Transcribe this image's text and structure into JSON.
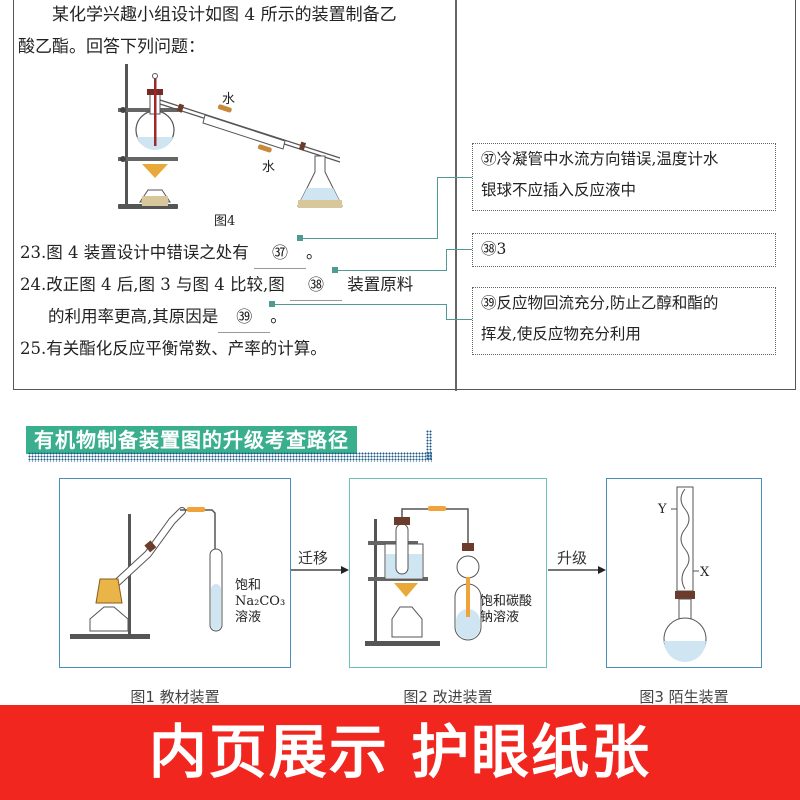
{
  "page": {
    "intro_line1": "某化学兴趣小组设计如图 4 所示的装置制备乙",
    "intro_line2": "酸乙酯。回答下列问题：",
    "figure4": {
      "caption": "图4",
      "water_in": "水",
      "water_out": "水"
    },
    "questions": [
      {
        "num": "23.",
        "text_before": "图 4 装置设计中错误之处有",
        "blank": "㊲",
        "text_after": "。"
      },
      {
        "num": "24.",
        "text_before": "改正图 4 后,图 3 与图 4 比较,图",
        "blank": "㊳",
        "text_after": "装置原料"
      },
      {
        "num": "",
        "text_before": "的利用率更高,其原因是",
        "blank": "㊴",
        "text_after": "。"
      },
      {
        "num": "25.",
        "text_before": "有关酯化反应平衡常数、产率的计算。",
        "blank": "",
        "text_after": ""
      }
    ],
    "answers": [
      {
        "line1": "㊲冷凝管中水流方向错误,温度计水",
        "line2": "银球不应插入反应液中"
      },
      {
        "line1": "㊳3",
        "line2": ""
      },
      {
        "line1": "㊴反应物回流充分,防止乙醇和酯的",
        "line2": "挥发,使反应物充分利用"
      }
    ]
  },
  "section": {
    "title": "有机物制备装置图的升级考查路径",
    "figures": [
      {
        "caption": "图1  教材装置",
        "label_line1": "饱和",
        "label_line2": "Na₂CO₃",
        "label_line3": "溶液"
      },
      {
        "caption": "图2  改进装置",
        "label_line1": "饱和碳酸",
        "label_line2": "钠溶液"
      },
      {
        "caption": "图3  陌生装置",
        "label_y": "Y",
        "label_x": "X"
      }
    ],
    "arrows": [
      "迁移",
      "升级"
    ]
  },
  "banner": {
    "text": "内页展示  护眼纸张"
  },
  "colors": {
    "accent_teal": "#3aaf8e",
    "connector": "#4f9a93",
    "frame_blue": "#4a8fb8",
    "frame_teal": "#6cc2b3",
    "banner_red": "#f0261f"
  }
}
